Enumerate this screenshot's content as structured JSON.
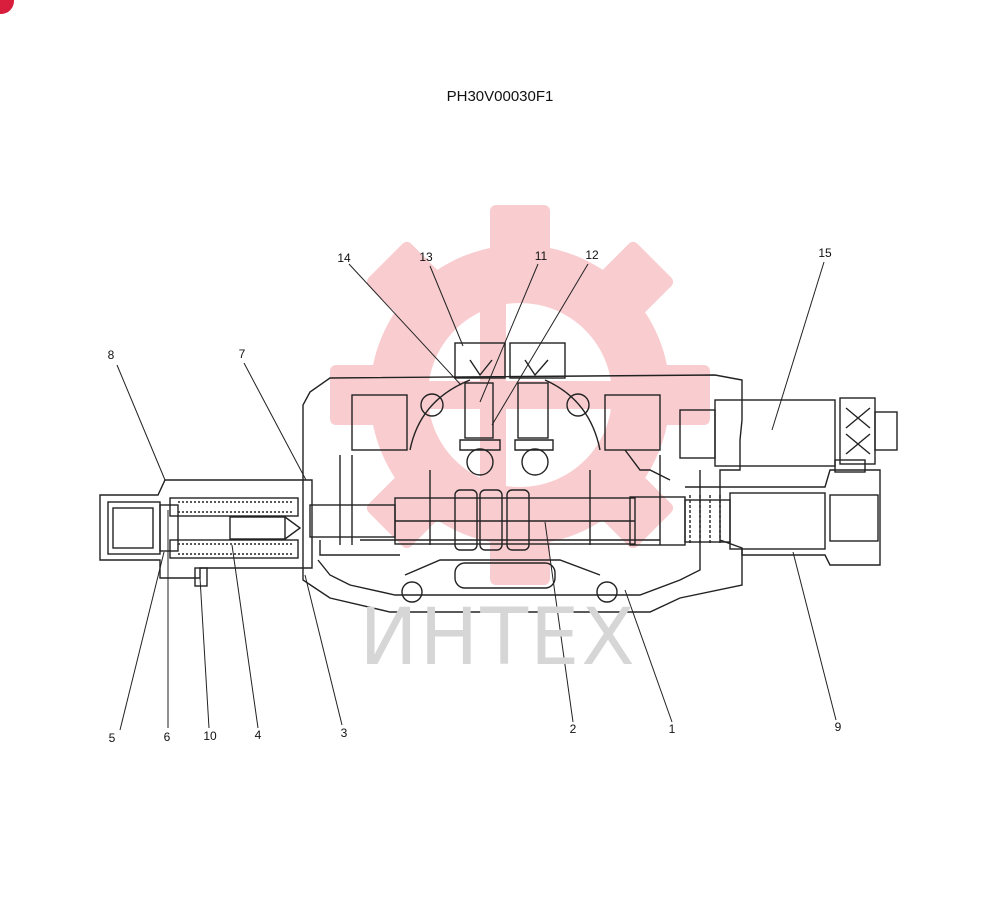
{
  "drawing": {
    "title": "PH30V00030F1"
  },
  "watermark": {
    "text": "ИНТЕХ",
    "color": "#e8212e"
  },
  "callouts": [
    {
      "id": "c1",
      "label": "1"
    },
    {
      "id": "c2",
      "label": "2"
    },
    {
      "id": "c3",
      "label": "3"
    },
    {
      "id": "c4",
      "label": "4"
    },
    {
      "id": "c5",
      "label": "5"
    },
    {
      "id": "c6",
      "label": "6"
    },
    {
      "id": "c7",
      "label": "7"
    },
    {
      "id": "c8",
      "label": "8"
    },
    {
      "id": "c9",
      "label": "9"
    },
    {
      "id": "c10",
      "label": "10"
    },
    {
      "id": "c11",
      "label": "11"
    },
    {
      "id": "c12",
      "label": "12"
    },
    {
      "id": "c13",
      "label": "13"
    },
    {
      "id": "c14",
      "label": "14"
    },
    {
      "id": "c15",
      "label": "15"
    }
  ]
}
